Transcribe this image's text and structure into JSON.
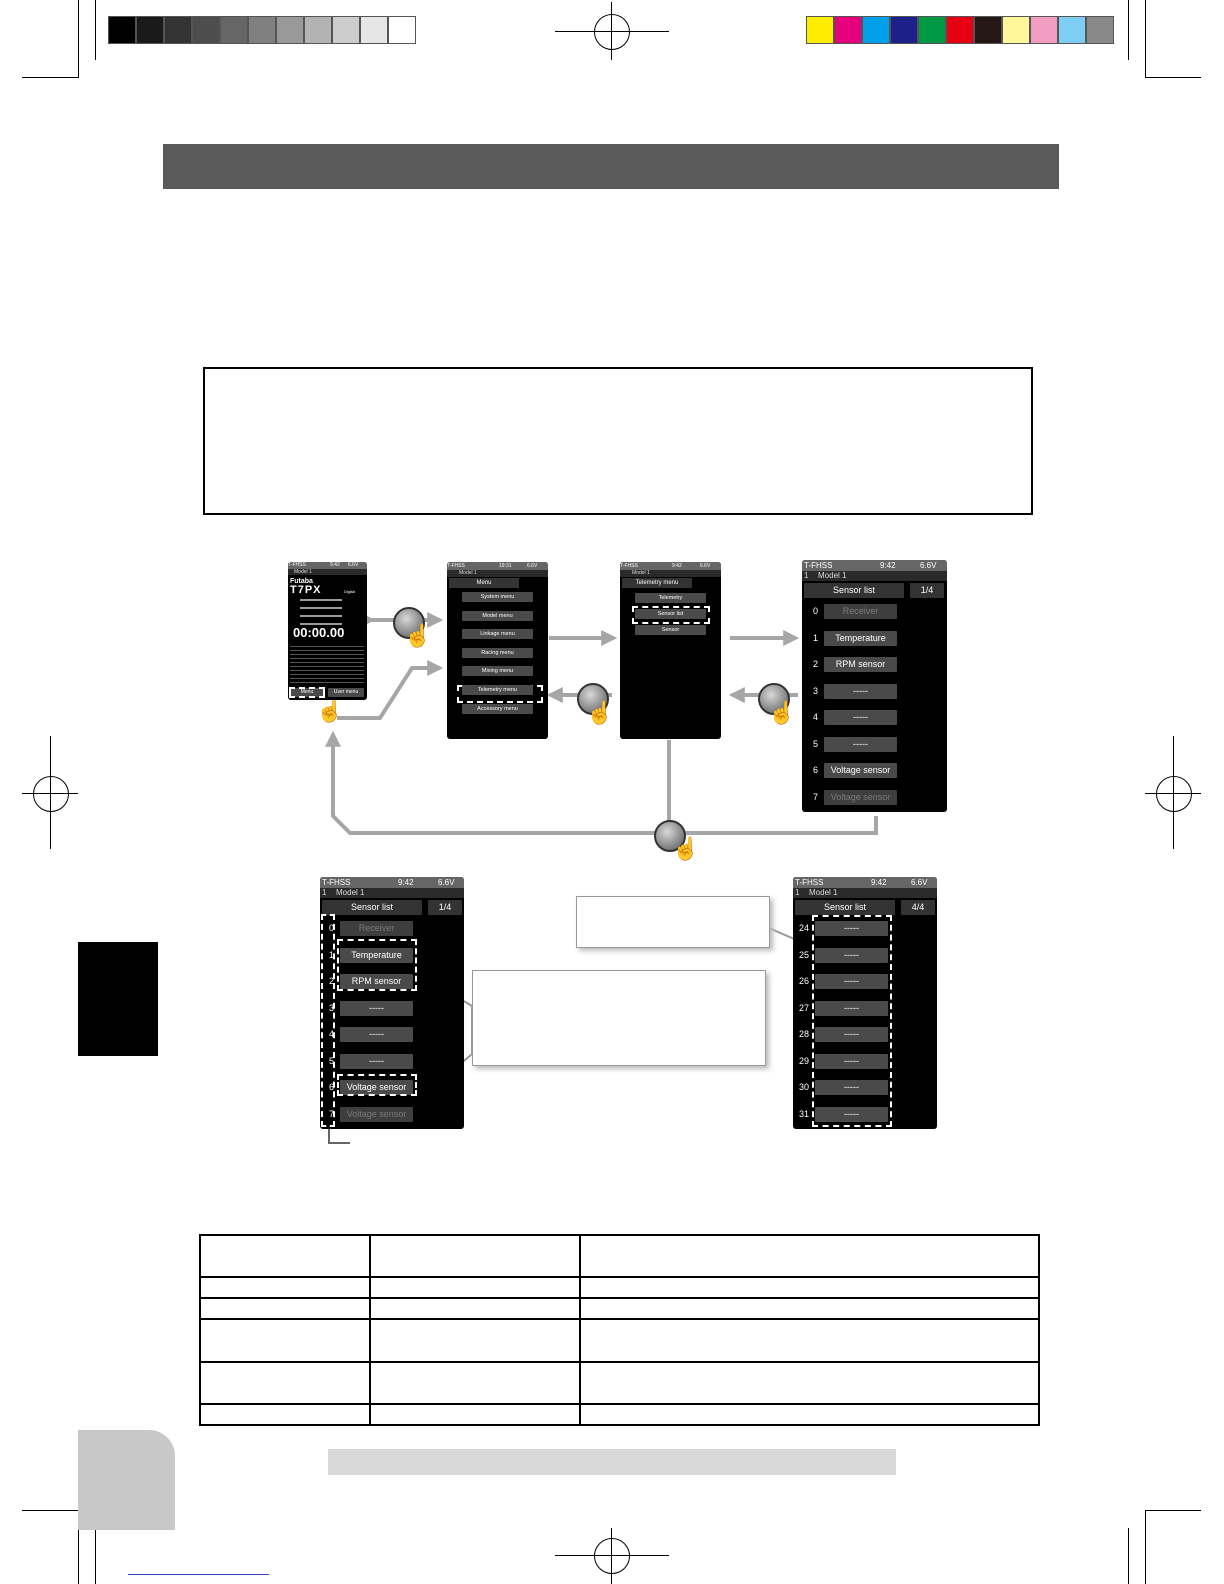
{
  "screen_main": {
    "status": "T-FHSS",
    "time": "9:42",
    "voltage": "6.6V",
    "model": "Model 1",
    "brand": "Futaba",
    "product": "T7PX",
    "mode": "Digital",
    "timer": "00:00.00",
    "menu_button": "Menu",
    "user_menu_button": "User menu"
  },
  "screen_menu": {
    "status": "T-FHSS",
    "time": "19:31",
    "voltage": "6.6V",
    "model": "Model 1",
    "title": "Menu",
    "items": [
      "System menu",
      "Model menu",
      "Linkage menu",
      "Racing menu",
      "Mixing menu",
      "Telemetry menu",
      "Accessory menu"
    ]
  },
  "screen_telemetry": {
    "status": "T-FHSS",
    "time": "9:42",
    "voltage": "6.6V",
    "model": "Model 1",
    "title": "Telemetry menu",
    "items": [
      "Telemetry",
      "Sensor list",
      "Sensor"
    ]
  },
  "sensor_list_1": {
    "status": "T-FHSS",
    "time": "9:42",
    "voltage": "6.6V",
    "model_no": "1",
    "model": "Model 1",
    "title": "Sensor list",
    "page": "1/4",
    "rows": [
      {
        "num": "0",
        "label": "Receiver"
      },
      {
        "num": "1",
        "label": "Temperature"
      },
      {
        "num": "2",
        "label": "RPM sensor"
      },
      {
        "num": "3",
        "label": "-----"
      },
      {
        "num": "4",
        "label": "-----"
      },
      {
        "num": "5",
        "label": "-----"
      },
      {
        "num": "6",
        "label": "Voltage sensor"
      },
      {
        "num": "7",
        "label": "Voltage sensor"
      }
    ]
  },
  "sensor_list_4": {
    "status": "T-FHSS",
    "time": "9:42",
    "voltage": "6.6V",
    "model_no": "1",
    "model": "Model 1",
    "title": "Sensor list",
    "page": "4/4",
    "rows": [
      {
        "num": "24",
        "label": "-----"
      },
      {
        "num": "25",
        "label": "-----"
      },
      {
        "num": "26",
        "label": "-----"
      },
      {
        "num": "27",
        "label": "-----"
      },
      {
        "num": "28",
        "label": "-----"
      },
      {
        "num": "29",
        "label": "-----"
      },
      {
        "num": "30",
        "label": "-----"
      },
      {
        "num": "31",
        "label": "-----"
      }
    ]
  },
  "colors": {
    "gray_steps": [
      "#000000",
      "#1a1a1a",
      "#333333",
      "#4d4d4d",
      "#666666",
      "#808080",
      "#999999",
      "#b3b3b3",
      "#cccccc",
      "#e6e6e6",
      "#ffffff"
    ],
    "color_bar": [
      "#ffed00",
      "#e6007e",
      "#00a0e9",
      "#1d2088",
      "#009944",
      "#e60012",
      "#231815",
      "#fff799",
      "#f19ec2",
      "#7ecef4",
      "#898989"
    ],
    "title_bar": "#5a5a5a",
    "arrow": "#a6a6a6"
  }
}
